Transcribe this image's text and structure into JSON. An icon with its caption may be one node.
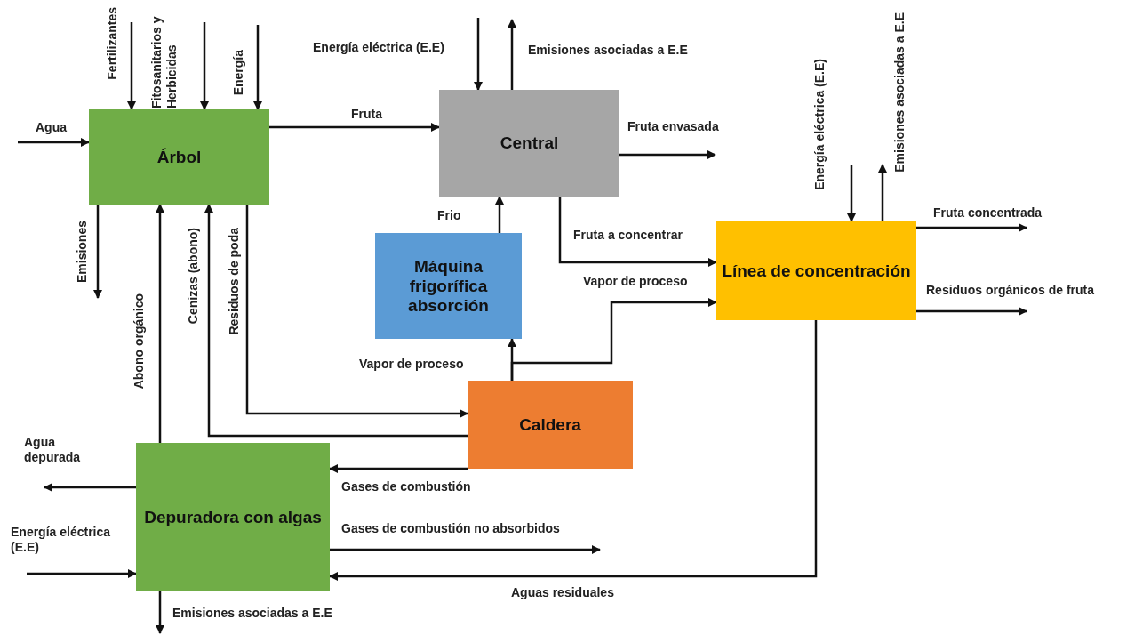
{
  "diagram": {
    "nodes": [
      {
        "text": [
          "Árbol"
        ]
      },
      {
        "text": [
          "Central"
        ]
      },
      {
        "text": [
          "Máquina frigorífica absorción"
        ]
      },
      {
        "text": [
          "Línea de concentración"
        ]
      },
      {
        "text": [
          "Caldera"
        ]
      },
      {
        "text": [
          "Depuradora con algas"
        ]
      }
    ],
    "edges": [
      {
        "from": null,
        "to": 0,
        "arrow": "to",
        "label": "Agua"
      },
      {
        "from": null,
        "to": 0,
        "arrow": "to",
        "label": "Fertilizantes"
      },
      {
        "from": null,
        "to": 0,
        "arrow": "to",
        "label": "Fitosanitarios y Herbicidas"
      },
      {
        "from": null,
        "to": 0,
        "arrow": "to",
        "label": "Energía"
      },
      {
        "from": 0,
        "to": null,
        "arrow": "to",
        "label": "Emisiones"
      },
      {
        "from": 0,
        "to": 1,
        "arrow": "to",
        "label": "Fruta"
      },
      {
        "from": null,
        "to": 1,
        "arrow": "to",
        "label": "Energía eléctrica (E.E)"
      },
      {
        "from": 1,
        "to": null,
        "arrow": "to",
        "label": "Emisiones asociadas a E.E"
      },
      {
        "from": 1,
        "to": null,
        "arrow": "to",
        "label": "Fruta envasada"
      },
      {
        "from": 2,
        "to": 1,
        "arrow": "to",
        "label": "Frio"
      },
      {
        "from": 1,
        "to": 3,
        "arrow": "to",
        "label": "Fruta a concentrar"
      },
      {
        "from": null,
        "to": 3,
        "arrow": "to",
        "label": "Energía eléctrica (E.E)"
      },
      {
        "from": 3,
        "to": null,
        "arrow": "to",
        "label": "Emisiones asociadas a E.E"
      },
      {
        "from": 3,
        "to": null,
        "arrow": "to",
        "label": "Fruta concentrada"
      },
      {
        "from": 3,
        "to": null,
        "arrow": "to",
        "label": "Residuos orgánicos de fruta"
      },
      {
        "from": 4,
        "to": 3,
        "arrow": "to",
        "label": "Vapor de proceso"
      },
      {
        "from": 4,
        "to": 2,
        "arrow": "to",
        "label": "Vapor de proceso"
      },
      {
        "from": 5,
        "to": 0,
        "arrow": "to",
        "label": "Abono orgánico"
      },
      {
        "from": 4,
        "to": 0,
        "arrow": "to",
        "label": "Cenizas (abono)"
      },
      {
        "from": 0,
        "to": 4,
        "arrow": "to",
        "label": "Residuos de poda"
      },
      {
        "from": 4,
        "to": 5,
        "arrow": "to",
        "label": "Gases de combustión"
      },
      {
        "from": 5,
        "to": null,
        "arrow": "to",
        "label": "Agua depurada"
      },
      {
        "from": null,
        "to": 5,
        "arrow": "to",
        "label": "Energía eléctrica (E.E)"
      },
      {
        "from": 5,
        "to": null,
        "arrow": "to",
        "label": "Gases de combustión no absorbidos"
      },
      {
        "from": 3,
        "to": 5,
        "arrow": "to",
        "label": "Aguas residuales"
      },
      {
        "from": 5,
        "to": null,
        "arrow": "to",
        "label": "Emisiones asociadas a E.E"
      }
    ]
  }
}
